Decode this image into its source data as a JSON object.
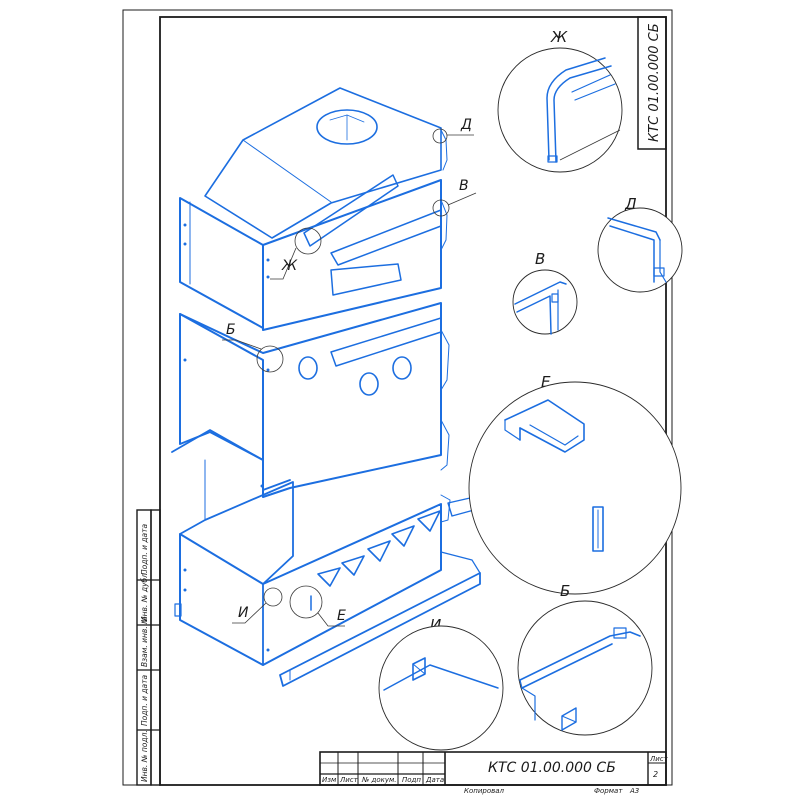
{
  "document": {
    "code": "КТС 01.00.000 СБ",
    "code_rotated": "КТС 01.00.000 СБ",
    "sheet_label": "Лист",
    "sheet_number": "2",
    "copied_label": "Копировал",
    "format_label": "Формат",
    "format_value": "А3"
  },
  "title_block": {
    "columns": [
      "Изм",
      "Лист",
      "№ докум.",
      "Подп",
      "Дата"
    ]
  },
  "side_stamp": {
    "fields": [
      "Подп. и дата",
      "Инв. № дубл.",
      "Взам. инв. №",
      "Подп. и дата",
      "Инв. № подл."
    ]
  },
  "callouts": {
    "zh": "Ж",
    "d": "Д",
    "v": "В",
    "b": "Б",
    "i": "И",
    "e": "Е"
  },
  "detail_views": {
    "zh": "Ж",
    "d": "Д",
    "v": "В",
    "e": "Е",
    "i": "И",
    "b": "Б"
  },
  "colors": {
    "model_lines": "#1c6ee0",
    "frame_lines": "#1b1b1b",
    "background": "#ffffff"
  }
}
